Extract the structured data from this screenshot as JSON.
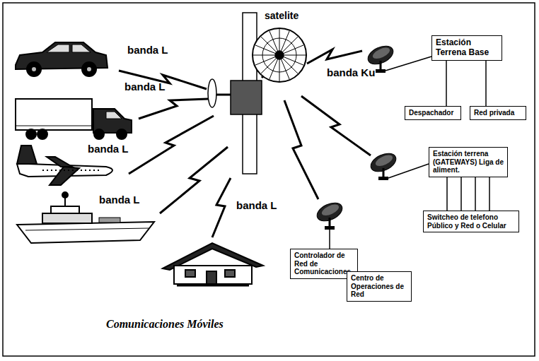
{
  "diagram": {
    "caption": "Comunicaciones Móviles",
    "nodes": [
      {
        "text": [
          "Estación Terrena Base"
        ]
      },
      {
        "text": [
          "Despachador"
        ]
      },
      {
        "text": [
          "Red privada"
        ]
      },
      {
        "text": [
          "Estación terrena (GATEWAYS) Liga de aliment."
        ]
      },
      {
        "text": [
          "Switcheo de telefono Público y Red o Celular"
        ]
      },
      {
        "text": [
          "Controlador de Red de Comunicaciones"
        ]
      },
      {
        "text": [
          "Centro de Operaciones de Red"
        ]
      }
    ],
    "edges": [
      {
        "from": 0,
        "to": 1,
        "arrow": "none"
      },
      {
        "from": 0,
        "to": 2,
        "arrow": "none"
      },
      {
        "from": 3,
        "to": 4,
        "arrow": "none"
      }
    ],
    "labels": [
      "satelite",
      "banda L",
      "banda L",
      "banda L",
      "banda L",
      "banda L",
      "banda Ku"
    ]
  }
}
